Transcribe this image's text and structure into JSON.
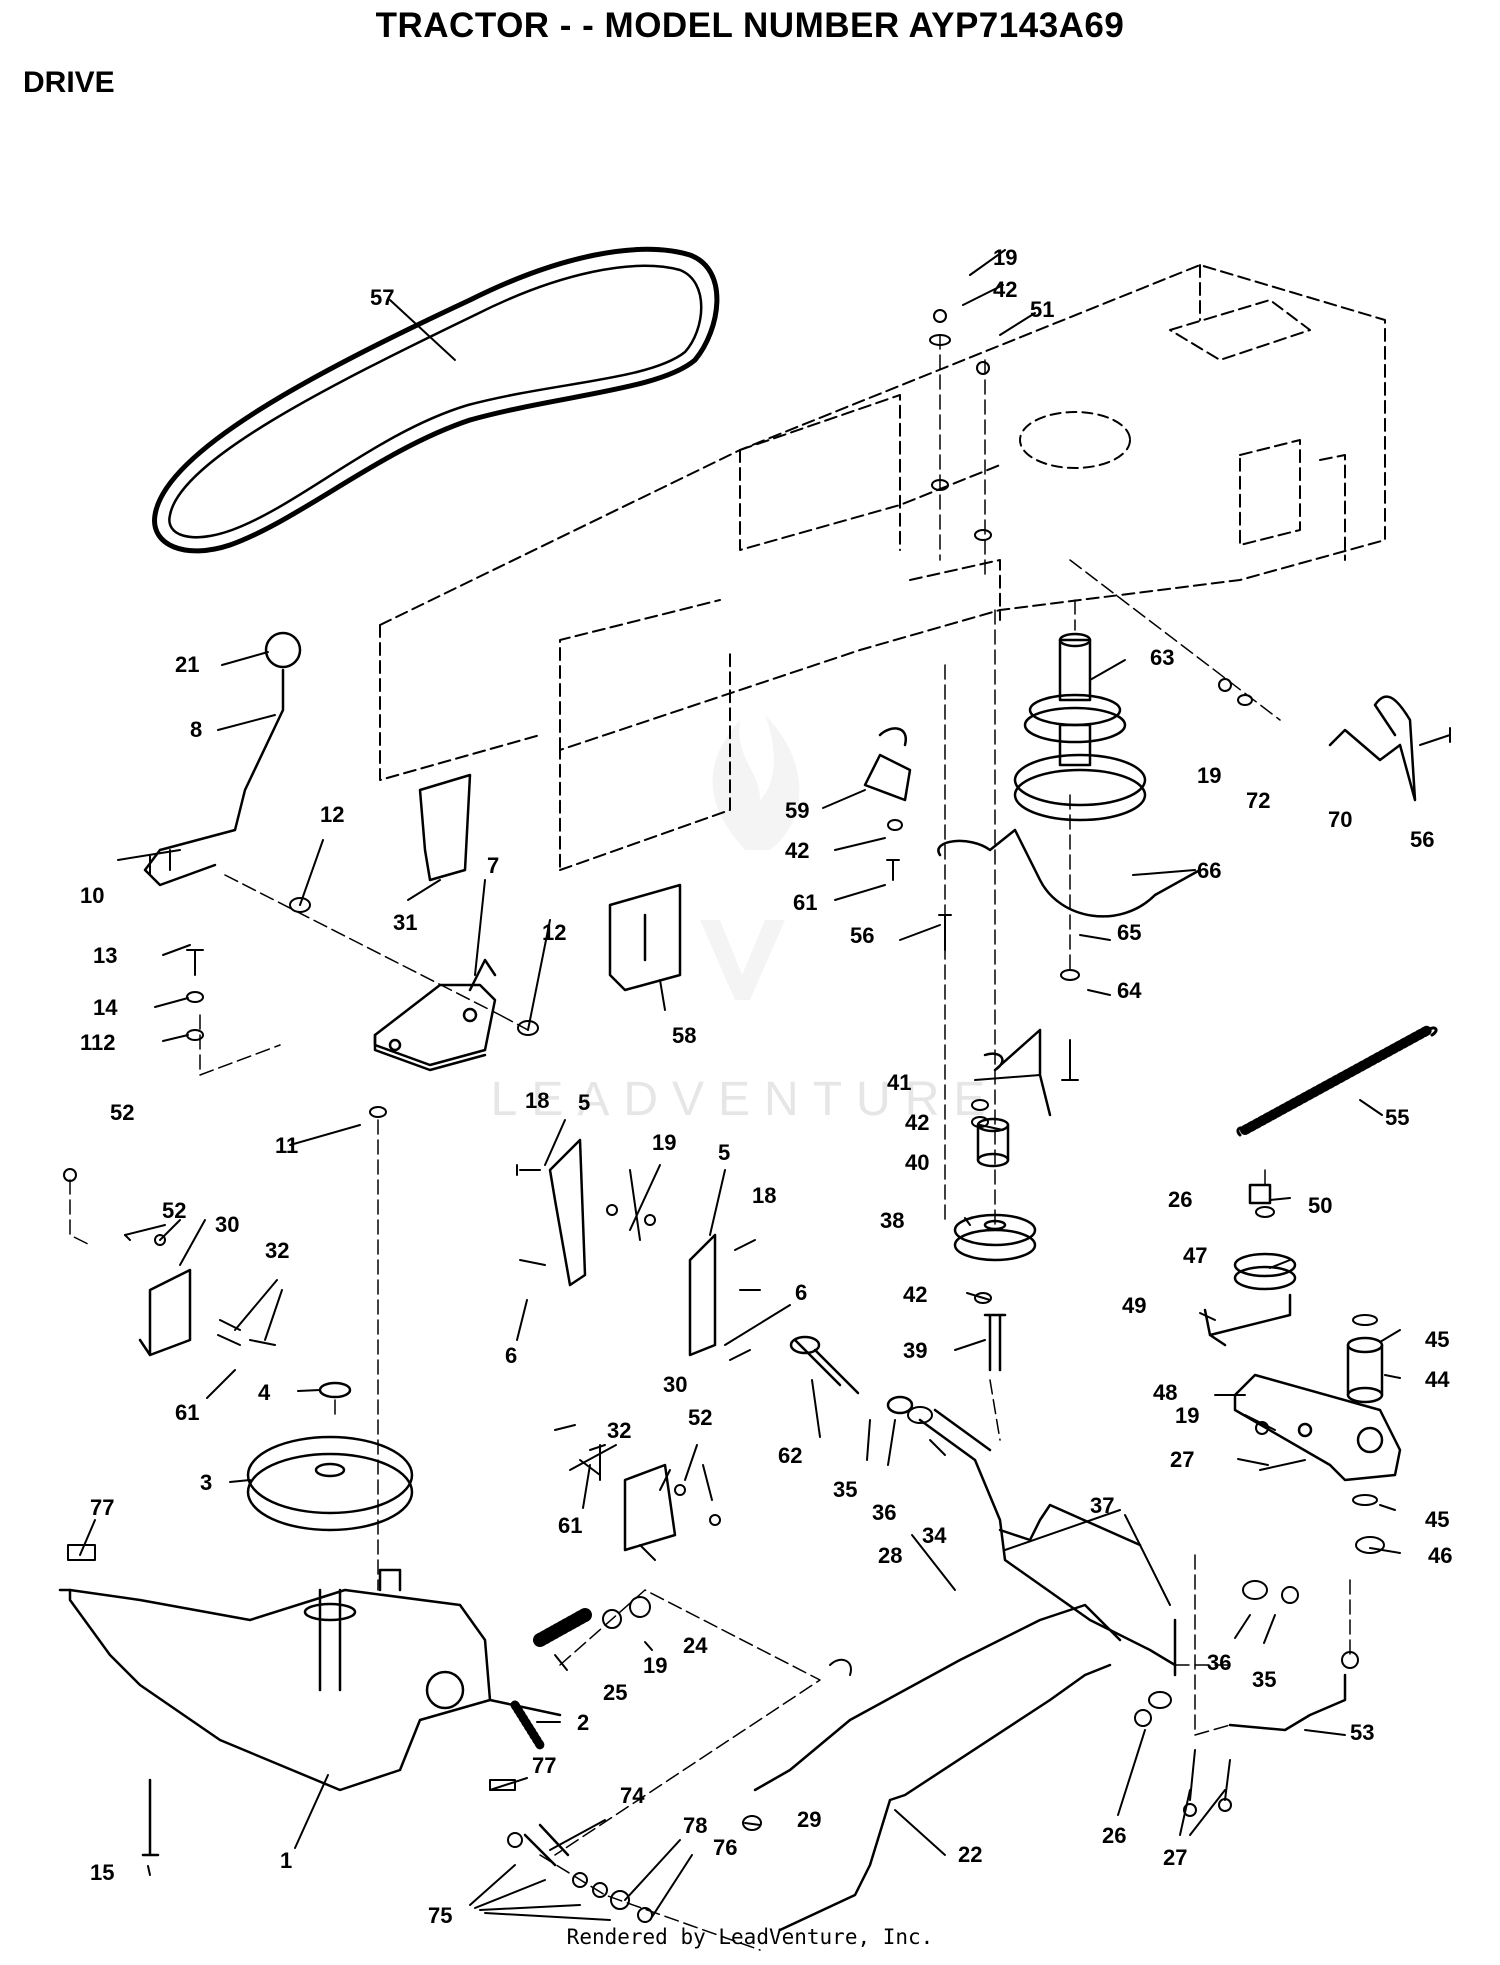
{
  "title": "TRACTOR - - MODEL NUMBER AYP7143A69",
  "section": "DRIVE",
  "footer": "Rendered by LeadVenture, Inc.",
  "watermark": "LEADVENTURE",
  "colors": {
    "ink": "#000000",
    "watermark": "#e6e6e6",
    "background": "#ffffff"
  },
  "callouts": [
    "57",
    "19",
    "42",
    "51",
    "63",
    "19",
    "72",
    "70",
    "56",
    "21",
    "8",
    "12",
    "31",
    "7",
    "10",
    "13",
    "14",
    "112",
    "12",
    "58",
    "59",
    "42",
    "61",
    "56",
    "66",
    "65",
    "64",
    "41",
    "42",
    "40",
    "38",
    "42",
    "39",
    "55",
    "11",
    "18",
    "5",
    "19",
    "5",
    "18",
    "6",
    "6",
    "52",
    "52",
    "30",
    "32",
    "61",
    "4",
    "3",
    "32",
    "30",
    "52",
    "61",
    "62",
    "35",
    "36",
    "34",
    "26",
    "50",
    "47",
    "49",
    "48",
    "19",
    "27",
    "45",
    "44",
    "45",
    "46",
    "37",
    "77",
    "15",
    "1",
    "24",
    "19",
    "25",
    "2",
    "77",
    "74",
    "78",
    "76",
    "75",
    "28",
    "29",
    "22",
    "36",
    "35",
    "53",
    "26",
    "27"
  ]
}
